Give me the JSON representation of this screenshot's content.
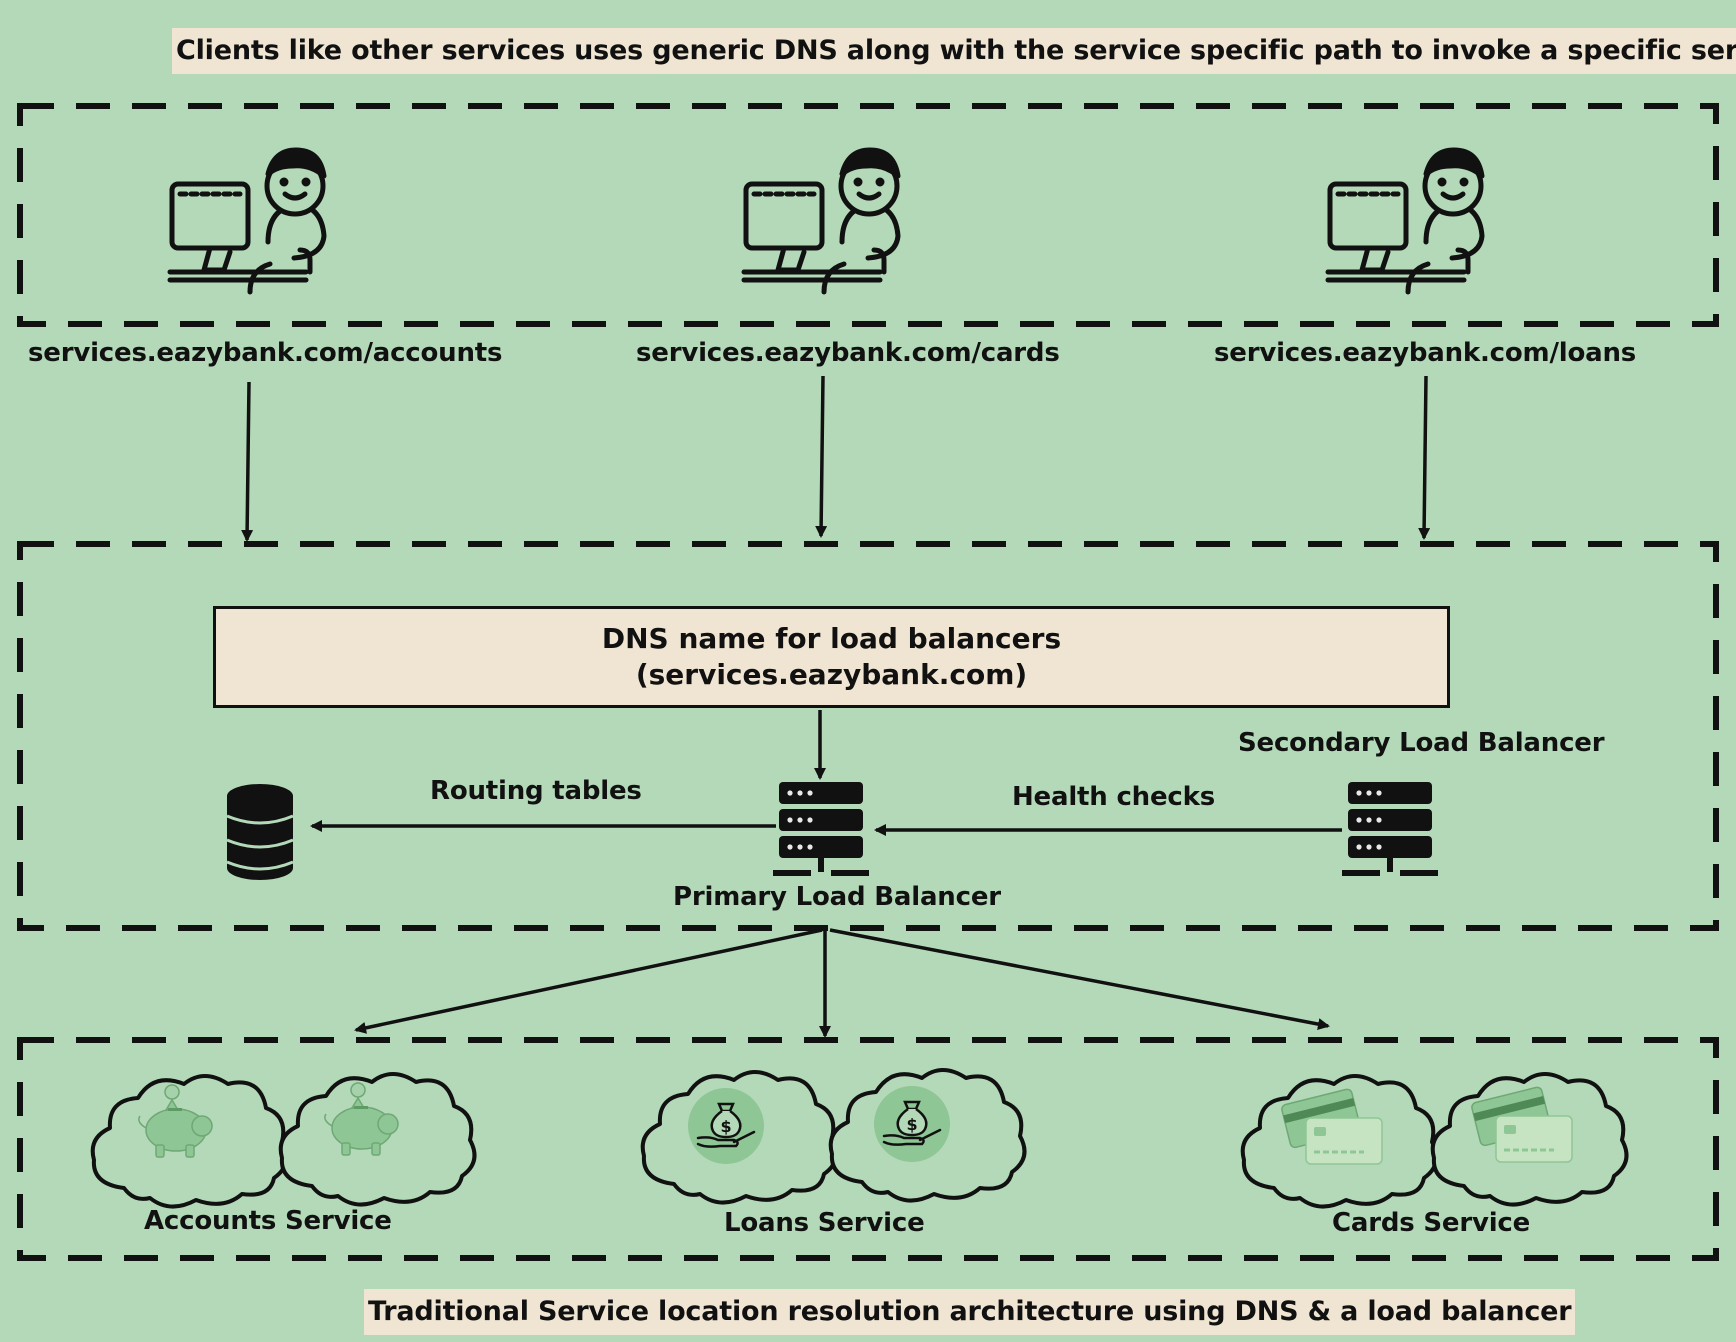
{
  "header": {
    "caption": "Clients like other services uses generic DNS along with the service specific path to invoke a specific service"
  },
  "clients": {
    "items": [
      {
        "path": "services.eazybank.com/accounts",
        "icon": "user-computer-icon"
      },
      {
        "path": "services.eazybank.com/cards",
        "icon": "user-computer-icon"
      },
      {
        "path": "services.eazybank.com/loans",
        "icon": "user-computer-icon"
      }
    ]
  },
  "dns": {
    "line1": "DNS name for load balancers",
    "line2": "(services.eazybank.com)"
  },
  "load_balancing": {
    "secondary_label": "Secondary Load  Balancer",
    "primary_label": "Primary Load Balancer",
    "routing_label": "Routing tables",
    "health_label": "Health checks"
  },
  "services": {
    "accounts": {
      "label": "Accounts Service",
      "icon": "piggy-bank-icon"
    },
    "loans": {
      "label": "Loans Service",
      "icon": "money-bag-hand-icon"
    },
    "cards": {
      "label": "Cards Service",
      "icon": "credit-card-icon"
    }
  },
  "footer": {
    "caption": "Traditional Service location resolution architecture using DNS & a load balancer"
  },
  "colors": {
    "background": "#b3d9b8",
    "caption_fill": "#efe5d2",
    "stroke": "#111111",
    "icon_green": "#8fc695"
  }
}
